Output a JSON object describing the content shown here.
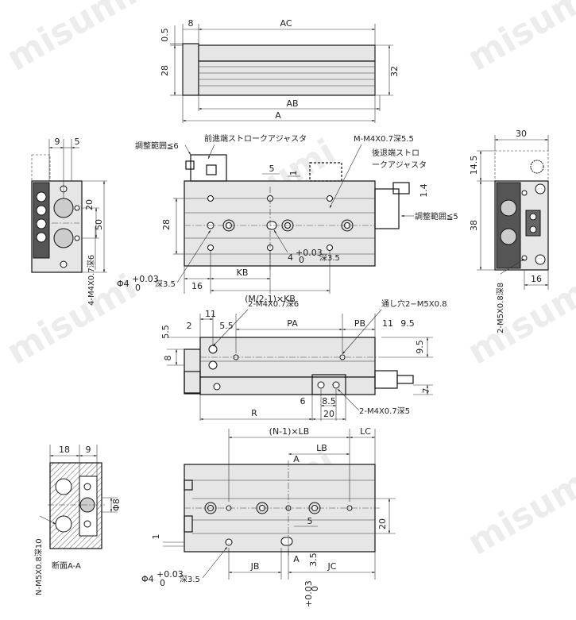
{
  "watermark": "misumi",
  "top_view": {
    "dims": {
      "d0_5": "0.5",
      "d8": "8",
      "ac": "AC",
      "d28": "28",
      "d32": "32",
      "ab": "AB",
      "a": "A"
    }
  },
  "front_view": {
    "dims": {
      "d9": "9",
      "d5": "5",
      "d20": "20",
      "d50": "50",
      "d28": "28",
      "d16": "16",
      "kb": "KB",
      "m2kb": "(M/2-1)×KB",
      "d5b": "5",
      "d1": "1",
      "d1_4": "1.4",
      "d30": "30",
      "d14_5": "14.5",
      "d38": "38",
      "d16b": "16"
    },
    "labels": {
      "adjust_range_6": "調整範囲≦6",
      "front_stroke_adjuster": "前進端ストロークアジャスタ",
      "m_m4": "M-M4X0.7深5.5",
      "rear_stroke_1": "後退端ストロ",
      "rear_stroke_2": "ークアジャスタ",
      "adjust_range_5": "調整範囲≦5",
      "four_m4": "4-M4X0.7深6",
      "phi4_left": "Φ4",
      "tol_plus": "+0.03",
      "tol_zero": "0",
      "depth_3_5": "深3.5",
      "four_mid": "4",
      "two_m5_side": "2-M5X0.8深8"
    }
  },
  "side_view": {
    "dims": {
      "d11": "11",
      "d2": "2",
      "d5_5": "5.5",
      "d5_5b": "5.5",
      "d8": "8",
      "pa": "PA",
      "pb": "PB",
      "d11b": "11",
      "d9_5": "9.5",
      "d9_5b": "9.5",
      "d7": "7",
      "r": "R",
      "d6": "6",
      "d8_5": "8.5",
      "d20": "20"
    },
    "labels": {
      "two_m4_top": "2-M4X0.7深6",
      "through_hole": "通し穴2−M5X0.8",
      "two_m4_bottom": "2-M4X0.7深5"
    }
  },
  "bottom_view": {
    "dims": {
      "n1lb": "(N-1)×LB",
      "lc": "LC",
      "lb": "LB",
      "a_top": "A",
      "d18": "18",
      "d9": "9",
      "phi8": "Φ8",
      "d5": "5",
      "d20": "20",
      "d1": "1",
      "jb": "JB",
      "a_bottom": "A",
      "jc": "JC",
      "d3_5": "3.5"
    },
    "labels": {
      "n_m5": "N-M5X0.8深10",
      "section": "断面A-A",
      "phi4": "Φ4",
      "tol_plus": "+0.03",
      "tol_zero": "0",
      "depth": "深3.5",
      "tol_plus_v": "+0.03",
      "tol_zero_v": "0"
    }
  }
}
